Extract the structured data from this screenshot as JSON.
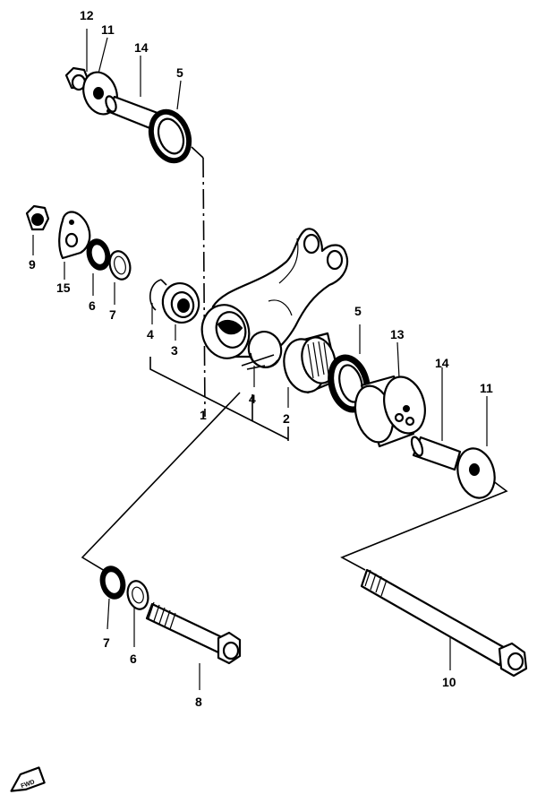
{
  "diagram": {
    "callouts": {
      "c12": "12",
      "c11_top": "11",
      "c14_top": "14",
      "c5_top": "5",
      "c9": "9",
      "c15": "15",
      "c6_left": "6",
      "c7_left": "7",
      "c4_left": "4",
      "c3": "3",
      "c4_mid": "4",
      "c1": "1",
      "c2": "2",
      "c5_right": "5",
      "c13": "13",
      "c14_right": "14",
      "c11_right": "11",
      "c7_bottom": "7",
      "c6_bottom": "6",
      "c8": "8",
      "c10": "10"
    },
    "corner_badge": "FWD"
  }
}
